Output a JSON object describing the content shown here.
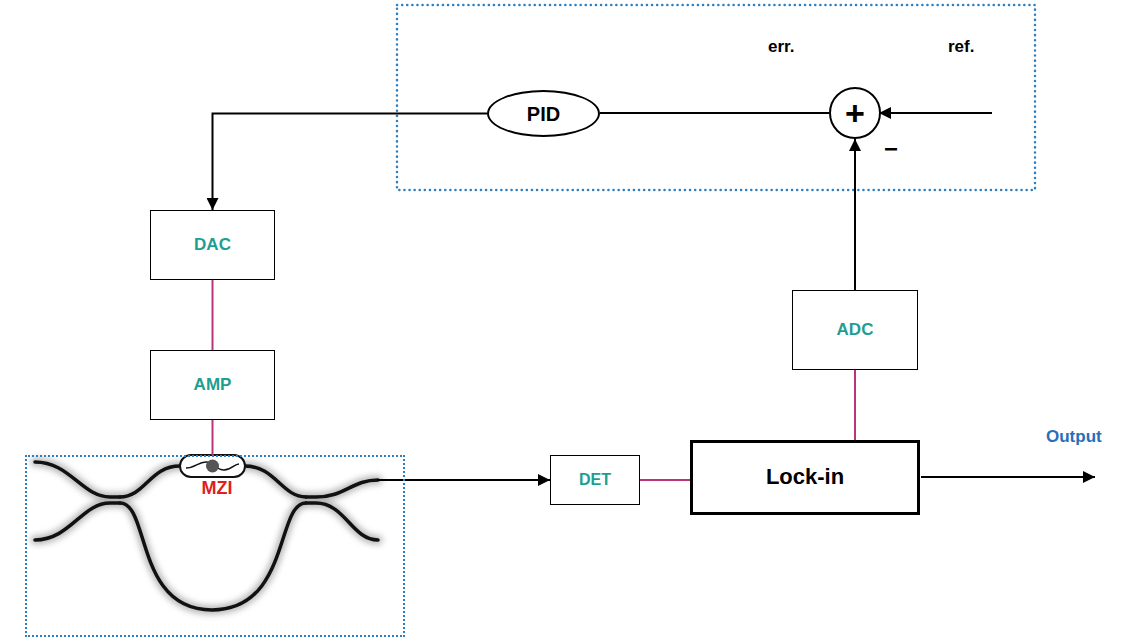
{
  "diagram": {
    "nodes": [
      {
        "text": [
          "PID"
        ]
      },
      {
        "text": [
          "+"
        ]
      },
      {
        "text": [
          "DAC"
        ]
      },
      {
        "text": [
          "AMP"
        ]
      },
      {
        "text": [
          "MZI"
        ]
      },
      {
        "text": [
          "DET"
        ]
      },
      {
        "text": [
          "Lock-in"
        ]
      },
      {
        "text": [
          "ADC"
        ]
      }
    ],
    "edges": [
      {
        "from": 0,
        "to": 2,
        "arrow": "to"
      },
      {
        "from": 2,
        "to": 3,
        "arrow": "none"
      },
      {
        "from": 3,
        "to": 4,
        "arrow": "none"
      },
      {
        "from": 4,
        "to": 5,
        "arrow": "to"
      },
      {
        "from": 5,
        "to": 6,
        "arrow": "none"
      },
      {
        "from": 6,
        "to": 7,
        "arrow": "none"
      },
      {
        "from": 7,
        "to": 1,
        "arrow": "to"
      },
      {
        "from": 1,
        "to": 0,
        "arrow": "none"
      }
    ],
    "labels": [
      "err.",
      "ref.",
      "−",
      "Output"
    ]
  }
}
